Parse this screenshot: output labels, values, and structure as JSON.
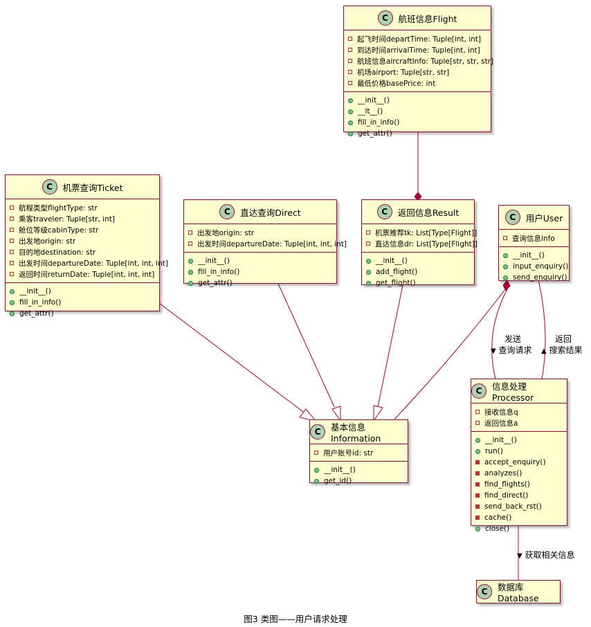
{
  "classes": {
    "flight": {
      "name": "航班信息Flight",
      "attributes": [
        "起飞时间departTime: Tuple[int, int]",
        "到达时间arrivalTime: Tuple[int, int]",
        "航班信息aircraftInfo: Tuple[str, str, str]",
        "机场airport: Tuple[str, str]",
        "最低价格basePrice: int"
      ],
      "methods": [
        "__init__()",
        "__lt__()",
        "fill_in_info()",
        "get_attr()"
      ]
    },
    "ticket": {
      "name": "机票查询Ticket",
      "attributes": [
        "航程类型flightType: str",
        "乘客traveler: Tuple[str, int]",
        "舱位等级cabinType: str",
        "出发地origin: str",
        "目的地destination: str",
        "出发时间departureDate: Tuple[int, int, int]",
        "返回时间returnDate: Tuple[int, int, int]"
      ],
      "methods": [
        "__init__()",
        "fill_in_info()",
        "get_attr()"
      ]
    },
    "direct": {
      "name": "直达查询Direct",
      "attributes": [
        "出发地origin: str",
        "出发时间departureDate: Tuple[int, int, int]"
      ],
      "methods": [
        "__init__()",
        "fill_in_info()",
        "get_attr()"
      ]
    },
    "result": {
      "name": "返回信息Result",
      "attributes": [
        "机票推荐tk: List[Type[Flight]]",
        "直达信息dr: List[Type[Flight]]"
      ],
      "methods": [
        "__init__()",
        "add_flight()",
        "get_flight()"
      ]
    },
    "user": {
      "name": "用户User",
      "attributes": [
        "查询信息info"
      ],
      "methods": [
        "__init__()",
        "input_enquiry()",
        "send_enquiry()"
      ]
    },
    "information": {
      "name": "基本信息Information",
      "attributes": [
        "用户账号id: str"
      ],
      "methods": [
        "__init__()",
        "get_id()"
      ]
    },
    "processor": {
      "name": "信息处理Processor",
      "attributes": [
        "接收信息q",
        "返回信息a"
      ],
      "methods": [
        "__init__()",
        "run()",
        "accept_enquiry()",
        "analyzes()",
        "find_flights()",
        "find_direct()",
        "send_back_rst()",
        "cache()",
        "close()"
      ],
      "method_visibility": [
        "public",
        "public",
        "private",
        "private",
        "private",
        "private",
        "private",
        "private",
        "public"
      ]
    },
    "database": {
      "name": "数据库Database"
    }
  },
  "class_icon_letter": "C",
  "edge_labels": {
    "send": [
      "发送",
      "查询请求"
    ],
    "send_arrow": "▼",
    "return": [
      "返回",
      "搜索结果"
    ],
    "return_arrow": "▲",
    "fetch": "获取相关信息",
    "fetch_arrow": "▼"
  },
  "caption": "图3 类图——用户请求处理",
  "colors": {
    "border": "#A80036",
    "fill": "#FEFECE",
    "icon": "#ADD1B2",
    "private": "#C82930",
    "public": "#84BE84"
  }
}
